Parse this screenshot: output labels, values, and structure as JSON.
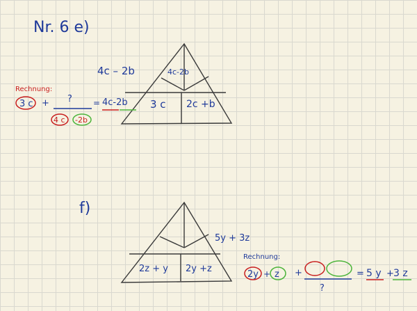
{
  "colors": {
    "ink_blue": "#1f3a9a",
    "ink_red": "#c81e1e",
    "ink_green": "#4bb43a",
    "pencil": "#3a3a3a"
  },
  "part_e": {
    "heading": "Nr. 6 e)",
    "top_left": "4c – 2b",
    "top_cell": "4c-2b",
    "bottom_left": "3 c",
    "bottom_right": "2c +b",
    "work": {
      "label": "Rechnung:",
      "term": "3 c",
      "plus": "+",
      "unknown": "?",
      "equals": "=",
      "result": "4c-2b",
      "below_a": "4 c",
      "below_b": "-2b"
    }
  },
  "part_f": {
    "heading": "f)",
    "right_label": "5y + 3z",
    "bottom_left": "2z + y",
    "bottom_right": "2y +z",
    "work": {
      "label": "Rechnung:",
      "term_a": "2y",
      "plus1": "+",
      "term_b": "z",
      "plus2": "+",
      "unknown": "?",
      "equals": "=",
      "result_a": "5 y",
      "result_plus": "+",
      "result_b": "3 z"
    }
  }
}
